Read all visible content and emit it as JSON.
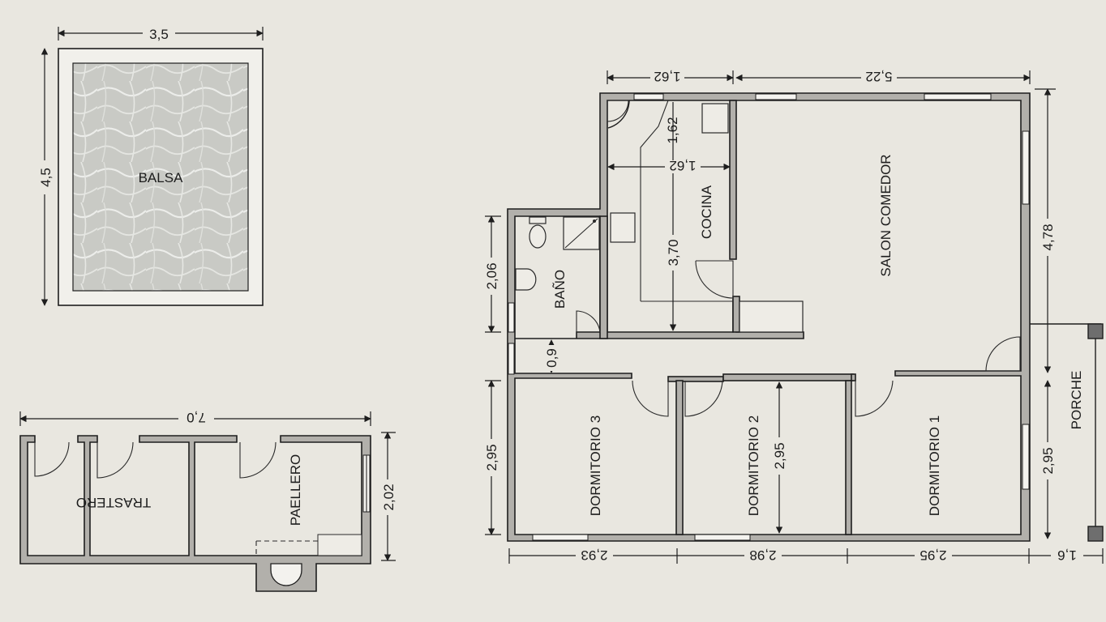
{
  "rooms": {
    "balsa": "BALSA",
    "trastero": "TRASTERO",
    "paellero": "PAELLERO",
    "bano": "BAÑO",
    "cocina": "COCINA",
    "salon": "SALON COMEDOR",
    "dorm1": "DORMITORIO 1",
    "dorm2": "DORMITORIO 2",
    "dorm3": "DORMITORIO 3",
    "porche": "PORCHE"
  },
  "dimensions": {
    "balsa_width": "3,5",
    "balsa_height": "4,5",
    "annex_width": "7,0",
    "annex_height": "2,02",
    "cocina_top_width": "1,62",
    "cocina_inner_width": "1,62",
    "cocina_upper_depth": "1,62",
    "cocina_depth": "3,70",
    "salon_width": "5,22",
    "salon_depth": "4,78",
    "bano_height": "2,06",
    "hall_width": "0,9",
    "bedroom_depth_left": "2,95",
    "dorm2_depth": "2,95",
    "porche_depth": "2,95",
    "dorm3_width": "2,93",
    "dorm2_width": "2,98",
    "dorm1_width": "2,95",
    "porche_width": "1,6"
  }
}
